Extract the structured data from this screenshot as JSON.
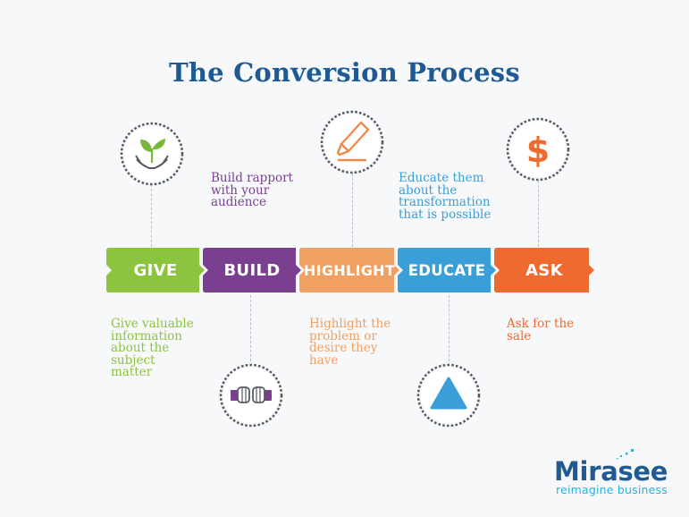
{
  "title": "The Conversion Process",
  "steps": [
    {
      "label": "GIVE",
      "color": "#8cc43f",
      "description": "Give valuable\ninformation\nabout the\nsubject\nmatter",
      "icon": "plant-hands-icon"
    },
    {
      "label": "BUILD",
      "color": "#7b3f8f",
      "description": "Build rapport\nwith your\naudience",
      "icon": "fist-bump-icon"
    },
    {
      "label": "HIGHLIGHT",
      "color": "#f0a062",
      "description": "Highlight the\nproblem or\ndesire they\nhave",
      "icon": "highlighter-icon"
    },
    {
      "label": "EDUCATE",
      "color": "#3a9fd8",
      "description": "Educate them\nabout the\ntransformation\nthat is possible",
      "icon": "triangle-icon"
    },
    {
      "label": "ASK",
      "color": "#ee6a2f",
      "description": "Ask for the\nsale",
      "icon": "dollar-sign-icon"
    }
  ],
  "logo": {
    "name": "Mirasee",
    "tagline": "reimagine business"
  }
}
